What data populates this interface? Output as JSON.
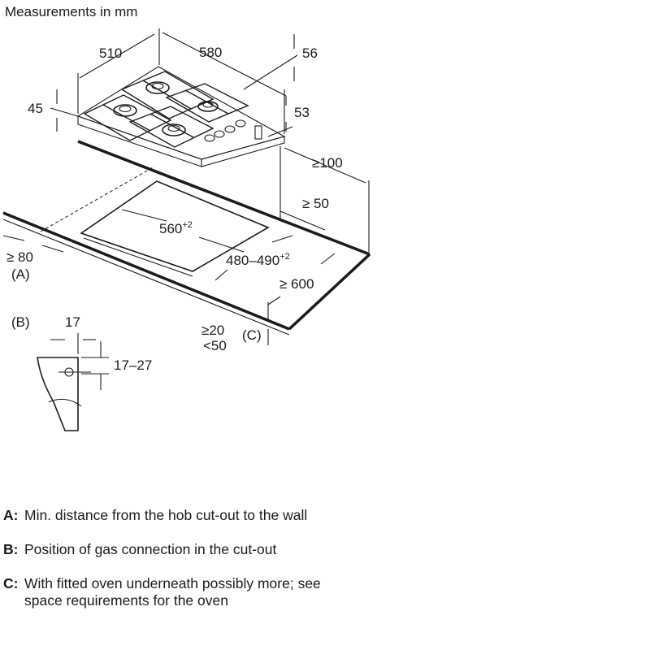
{
  "heading": "Measurements in mm",
  "dimensions": {
    "hob_depth": "510",
    "hob_width": "580",
    "hob_height_back": "56",
    "hob_height_front": "45",
    "hob_underside": "53",
    "clearance_back": "≥100",
    "clearance_side": "≥ 50",
    "cutout_width": "560",
    "cutout_width_tol": "+2",
    "cutout_depth": "480–490",
    "cutout_depth_tol": "+2",
    "worktop_depth": "≥ 600",
    "wall_distance": "≥ 80",
    "worktop_thickness_min": "≥20",
    "worktop_thickness_max": "<50",
    "gas_offset_x": "17",
    "gas_offset_y": "17–27"
  },
  "markers": {
    "a": "(A)",
    "b": "(B)",
    "c": "(C)"
  },
  "legend": [
    {
      "key": "A:",
      "text": "Min. distance from the hob cut-out to the wall"
    },
    {
      "key": "B:",
      "text": "Position of gas connection in the cut-out"
    },
    {
      "key": "C:",
      "text": "With fitted oven underneath possibly more; see space requirements for the oven"
    }
  ]
}
